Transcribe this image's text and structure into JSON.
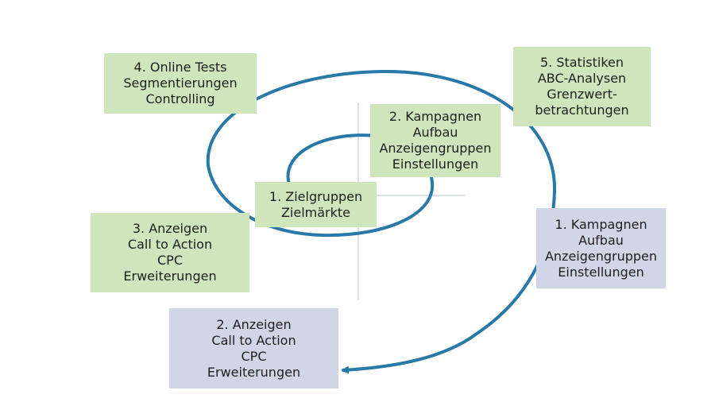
{
  "colors": {
    "spiral": "#2878a8",
    "crosshair": "#cdd3df",
    "box_green": "#cfe6bc",
    "box_blue": "#d0d6e5",
    "text": "#1e1e1e"
  },
  "steps": {
    "zielgruppen": {
      "lines": [
        "1. Zielgruppen",
        "Zielmärkte"
      ]
    },
    "kampagnen_inner": {
      "lines": [
        "2. Kampagnen",
        "Aufbau",
        "Anzeigengruppen",
        "Einstellungen"
      ]
    },
    "anzeigen_inner": {
      "lines": [
        "3. Anzeigen",
        "Call to Action",
        "CPC",
        "Erweiterungen"
      ]
    },
    "online_tests": {
      "lines": [
        "4. Online Tests",
        "Segmentierungen",
        "Controlling"
      ]
    },
    "statistiken": {
      "lines": [
        "5. Statistiken",
        "ABC-Analysen",
        "Grenzwert-",
        "betrachtungen"
      ]
    },
    "kampagnen_outer": {
      "lines": [
        "1. Kampagnen",
        "Aufbau",
        "Anzeigengruppen",
        "Einstellungen"
      ]
    },
    "anzeigen_outer": {
      "lines": [
        "2. Anzeigen",
        "Call to Action",
        "CPC",
        "Erweiterungen"
      ]
    }
  }
}
